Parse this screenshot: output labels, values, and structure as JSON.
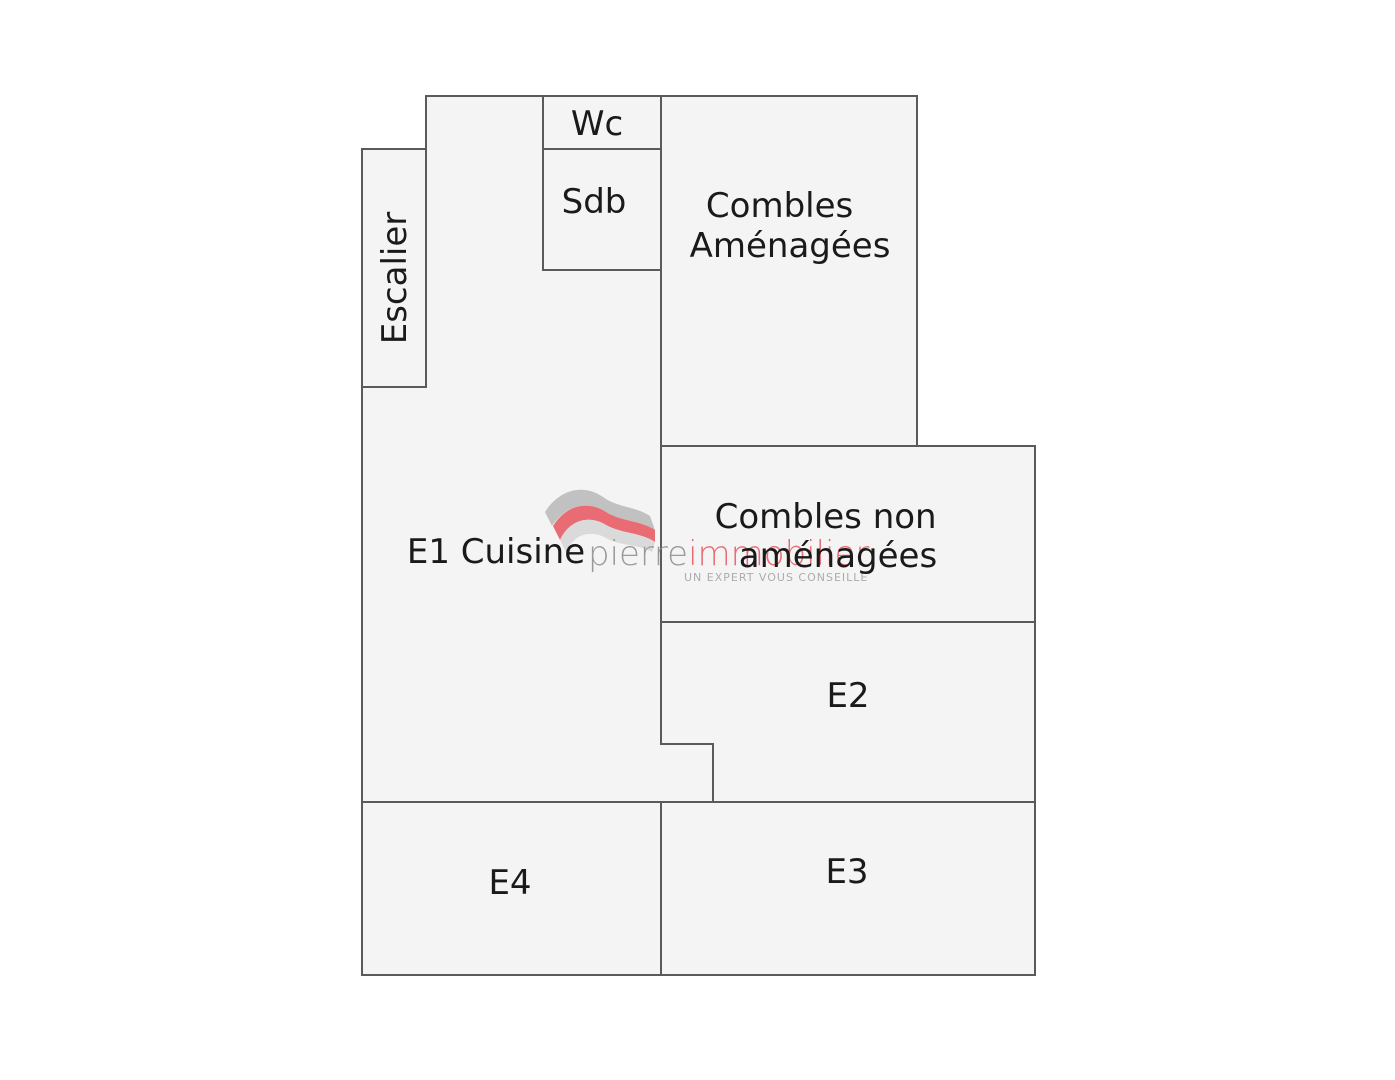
{
  "rooms": {
    "wc": "Wc",
    "sdb": "Sdb",
    "escalier": "Escalier",
    "combles_amenagees": [
      "Combles",
      "Aménagées"
    ],
    "combles_non_amenagees": [
      "Combles non",
      "aménagées"
    ],
    "e1_cuisine": "E1 Cuisine",
    "e2": "E2",
    "e3": "E3",
    "e4": "E4"
  },
  "watermark": {
    "brand_part1": "pierre",
    "brand_part2": "immobilier",
    "tagline": "UN EXPERT VOUS CONSEILLE",
    "colors": {
      "brand_grey": "#8a8a8a",
      "brand_red": "#e8545e"
    }
  },
  "colors": {
    "room_fill": "#f4f4f4",
    "wall": "#5a5a5a",
    "text": "#1a1a1a"
  }
}
